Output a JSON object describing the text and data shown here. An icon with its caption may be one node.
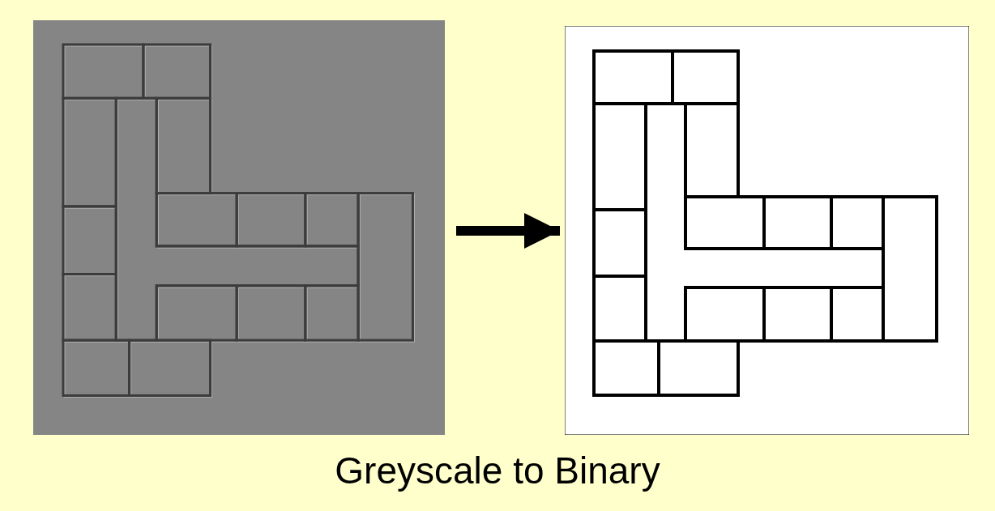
{
  "diagram": {
    "caption": "Greyscale to Binary",
    "nodes": [
      {
        "text": [],
        "shape": "picture"
      },
      {
        "text": [],
        "shape": "picture"
      }
    ],
    "edges": [
      {
        "from": 0,
        "to": 1,
        "arrow": "to"
      }
    ]
  }
}
